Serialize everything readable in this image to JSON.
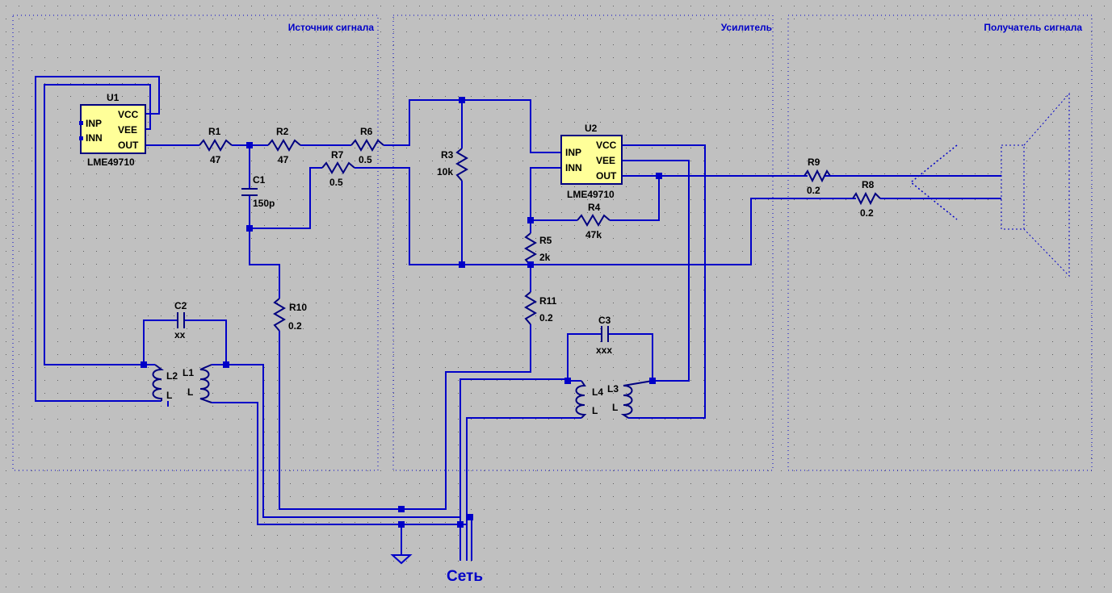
{
  "blocks": {
    "source": "Источник сигнала",
    "amplifier": "Усилитель",
    "receiver": "Получатель сигнала"
  },
  "net_label": "Сеть",
  "ics": {
    "u1": {
      "ref": "U1",
      "part": "LME49710",
      "pins": {
        "inp": "INP",
        "inn": "INN",
        "vcc": "VCC",
        "vee": "VEE",
        "out": "OUT"
      }
    },
    "u2": {
      "ref": "U2",
      "part": "LME49710",
      "pins": {
        "inp": "INP",
        "inn": "INN",
        "vcc": "VCC",
        "vee": "VEE",
        "out": "OUT"
      }
    }
  },
  "resistors": {
    "r1": {
      "ref": "R1",
      "value": "47"
    },
    "r2": {
      "ref": "R2",
      "value": "47"
    },
    "r3": {
      "ref": "R3",
      "value": "10k"
    },
    "r4": {
      "ref": "R4",
      "value": "47k"
    },
    "r5": {
      "ref": "R5",
      "value": "2k"
    },
    "r6": {
      "ref": "R6",
      "value": "0.5"
    },
    "r7": {
      "ref": "R7",
      "value": "0.5"
    },
    "r8": {
      "ref": "R8",
      "value": "0.2"
    },
    "r9": {
      "ref": "R9",
      "value": "0.2"
    },
    "r10": {
      "ref": "R10",
      "value": "0.2"
    },
    "r11": {
      "ref": "R11",
      "value": "0.2"
    }
  },
  "capacitors": {
    "c1": {
      "ref": "C1",
      "value": "150p"
    },
    "c2": {
      "ref": "C2",
      "value": "xx"
    },
    "c3": {
      "ref": "C3",
      "value": "xxx"
    }
  },
  "inductors": {
    "l1": {
      "ref": "L1",
      "value": "L"
    },
    "l2": {
      "ref": "L2",
      "value": "L"
    },
    "l3": {
      "ref": "L3",
      "value": "L"
    },
    "l4": {
      "ref": "L4",
      "value": "L"
    }
  },
  "colors": {
    "background": "#c0c0c0",
    "wire": "#0000c8",
    "component": "#000080",
    "ic_fill": "#ffff99"
  },
  "icons": {
    "ground": "ground-icon",
    "speaker": "speaker-icon"
  }
}
